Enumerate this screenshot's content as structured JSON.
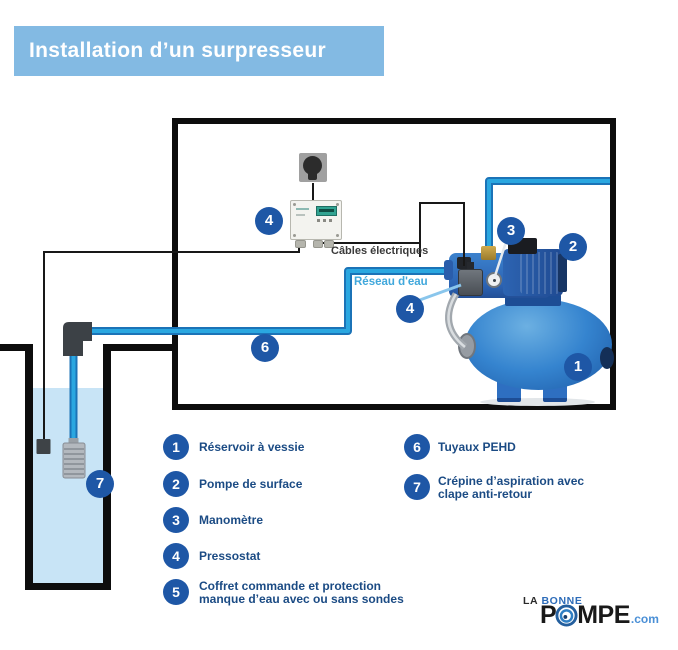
{
  "title": {
    "text": "Installation d’un surpresseur"
  },
  "colors": {
    "title_bar": "#83bae3",
    "marker_blue": "#1e57a6",
    "legend_text": "#1b4b84",
    "pipe_fill": "#2aa7e0",
    "pipe_stroke": "#1b73b7",
    "water": "#c8e4f6",
    "wall_black": "#0d0d0d",
    "reseau_label": "#41a8dc",
    "cables_label": "#3a3a3a"
  },
  "diagram": {
    "labels": {
      "cables": "Câbles électriques",
      "reseau": "Réseau d'eau"
    },
    "markers": [
      {
        "n": "4",
        "target": "coffret-commande"
      },
      {
        "n": "3",
        "target": "manometre"
      },
      {
        "n": "2",
        "target": "pompe-de-surface"
      },
      {
        "n": "4",
        "target": "pressostat"
      },
      {
        "n": "1",
        "target": "reservoir-a-vessie"
      },
      {
        "n": "6",
        "target": "tuyaux-pehd"
      },
      {
        "n": "7",
        "target": "crepine-aspiration"
      }
    ]
  },
  "legend": {
    "items": [
      {
        "n": "1",
        "label": "Réservoir à vessie"
      },
      {
        "n": "2",
        "label": "Pompe de surface"
      },
      {
        "n": "3",
        "label": "Manomètre"
      },
      {
        "n": "4",
        "label": "Pressostat"
      },
      {
        "n": "5",
        "label": "Coffret commande et protection\nmanque d’eau avec ou sans sondes"
      },
      {
        "n": "6",
        "label": "Tuyaux PEHD"
      },
      {
        "n": "7",
        "label": "Crépine d’aspiration avec\nclape anti-retour"
      }
    ]
  },
  "logo": {
    "top_black": "LA",
    "top_blue": "BONNE",
    "main_prefix": "P",
    "main_suffix": "MPE",
    "tld": ".com"
  }
}
